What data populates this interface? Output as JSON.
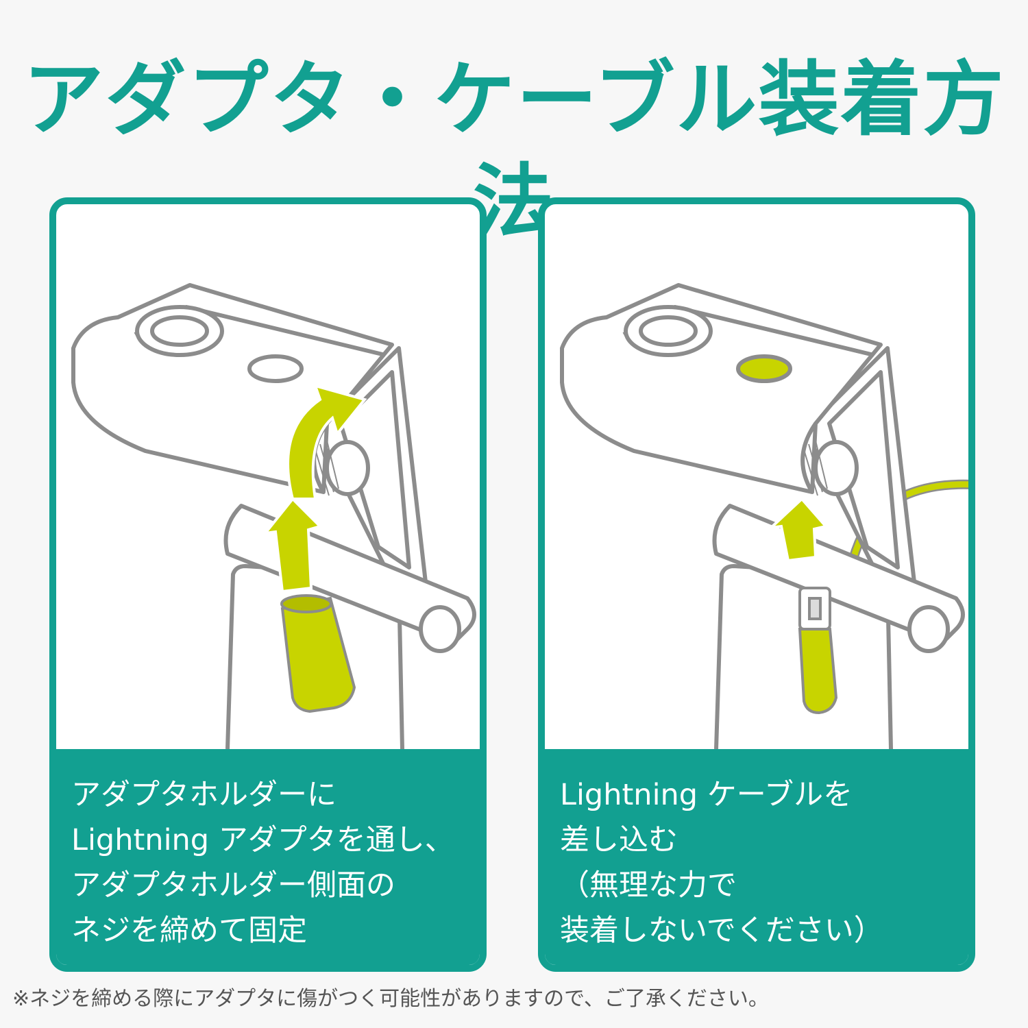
{
  "title": "アダプタ・ケーブル装着方法",
  "colors": {
    "accent": "#12a091",
    "highlight": "#c8d400",
    "line": "#8c8c8c",
    "background": "#f7f7f7"
  },
  "panels": [
    {
      "caption_lines": [
        "アダプタホルダーに",
        "Lightning アダプタを通し、",
        "アダプタホルダー側面の",
        "ネジを締めて固定"
      ]
    },
    {
      "caption_lines": [
        "Lightning ケーブルを",
        "差し込む",
        "（無理な力で",
        "装着しないでください）"
      ]
    }
  ],
  "footnote": "※ネジを締める際にアダプタに傷がつく可能性がありますので、ご了承ください。"
}
